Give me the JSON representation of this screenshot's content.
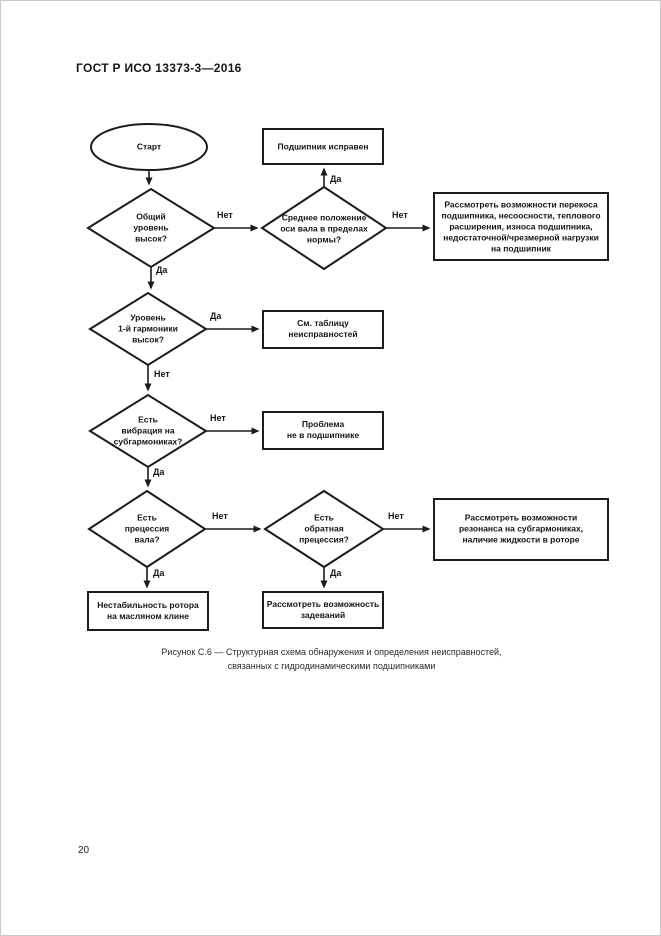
{
  "header": {
    "title": "ГОСТ Р ИСО 13373-3—2016"
  },
  "footer": {
    "page_number": "20"
  },
  "caption": {
    "text": "Рисунок С.6 — Структурная схема обнаружения и определения неисправностей,\nсвязанных с гидродинамическими подшипниками"
  },
  "flowchart": {
    "nodes": {
      "start": "Старт",
      "bearing_ok": "Подшипник исправен",
      "overall_level_high": "Общий\nуровень\nвысок?",
      "shaft_position_normal": "Среднее положение\nоси вала в пределах\nнормы?",
      "consider_misalignment": "Рассмотреть возможности перекоса\nподшипника, несоосности, теплового\nрасширения, износа подшипника,\nнедостаточной/чрезмерной нагрузки\nна подшипник",
      "first_harmonic_high": "Уровень\n1-й гармоники\nвысок?",
      "see_fault_table": "См. таблицу\nнеисправностей",
      "subharmonic_vibration": "Есть\nвибрация на\nсубгармониках?",
      "problem_not_bearing": "Проблема\nне в подшипнике",
      "shaft_precession": "Есть\nпрецессия\nвала?",
      "reverse_precession": "Есть\nобратная\nпрецессия?",
      "consider_resonance": "Рассмотреть возможности\nрезонанса на субгармониках,\nналичие жидкости в роторе",
      "rotor_instability": "Нестабильность ротора\nна масляном клине",
      "consider_rubbing": "Рассмотреть возможность\nзадеваний"
    },
    "edge_labels": {
      "yes": "Да",
      "no": "Нет"
    }
  }
}
